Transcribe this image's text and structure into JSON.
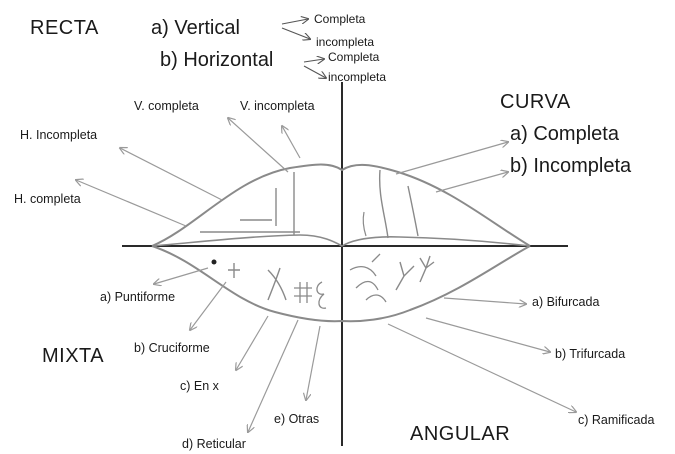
{
  "categories": {
    "recta": "RECTA",
    "curva": "CURVA",
    "mixta": "MIXTA",
    "angular": "ANGULAR"
  },
  "recta": {
    "vertical": "a) Vertical",
    "horizontal": "b) Horizontal",
    "vertical_completa": "Completa",
    "vertical_incompleta": "incompleta",
    "horizontal_completa": "Completa",
    "horizontal_incompleta": "incompleta"
  },
  "curva": {
    "completa": "a) Completa",
    "incompleta": "b) Incompleta"
  },
  "upper_labels": {
    "v_completa": "V. completa",
    "v_incompleta": "V. incompleta",
    "h_incompleta": "H. Incompleta",
    "h_completa": "H. completa"
  },
  "mixta_labels": {
    "puntiforme": "a) Puntiforme",
    "cruciforme": "b) Cruciforme",
    "en_x": "c) En x",
    "reticular": "d) Reticular",
    "otras": "e) Otras"
  },
  "angular_labels": {
    "bifurcada": "a) Bifurcada",
    "trifurcada": "b) Trifurcada",
    "ramificada": "c) Ramificada"
  },
  "colors": {
    "ink": "#1a1a1a",
    "lip_line": "#8a8a8a",
    "arrow": "#9a9a9a"
  }
}
